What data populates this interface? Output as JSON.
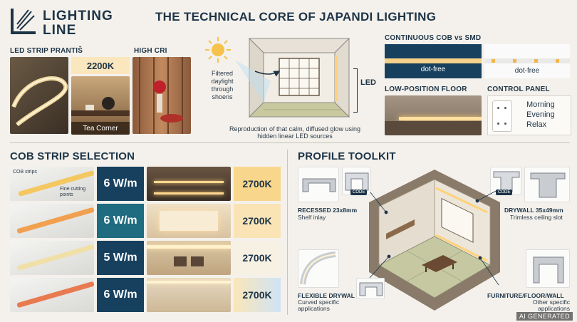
{
  "brand": {
    "name_line1": "LIGHTING",
    "name_line2": "LINE"
  },
  "header": {
    "title": "THE TECHNICAL CORE OF JAPANDI LIGHTING"
  },
  "top_left": {
    "strip_label": "LED STRIP PRANTIŠ",
    "cri_label": "HIGH CRI",
    "kelvin": "2200K",
    "caption": "Tea Corner"
  },
  "room_diagram": {
    "daylight_caption": "Filtered daylight through shoens",
    "led_label": "LED",
    "caption": "Reproduction of that calm, diffused glow using hidden linear LED sources"
  },
  "top_right": {
    "cob_vs_smd": "CONTINUOUS COB vs SMD",
    "dot_free_1": "dot-free",
    "dot_free_2": "dot-free",
    "low_position": "LOW-POSITION FLOOR",
    "control_panel": "CONTROL PANEL",
    "modes": [
      "Morning",
      "Evening",
      "Relax"
    ]
  },
  "cob_section": {
    "title": "COB STRIP SELECTION",
    "label_cob": "COB strips",
    "label_fine": "Fine cutting points",
    "rows": [
      {
        "watts": "6 W/m",
        "kelvin": "2700K"
      },
      {
        "watts": "6 W/m",
        "kelvin": "2700K"
      },
      {
        "watts": "5 W/m",
        "kelvin": "2700K"
      },
      {
        "watts": "6 W/m",
        "kelvin": "2700K"
      }
    ]
  },
  "profile_section": {
    "title": "PROFILE TOOLKIT",
    "code": "CODE",
    "recessed_title": "RECESSED 23x8mm",
    "recessed_sub": "Shelf inlay",
    "drywall_title": "DRYWALL 35x49mm",
    "drywall_sub": "Trimless ceiling slot",
    "flexible_title": "FLEXIBLE DRYWAL",
    "flexible_sub": "Curved specific applications",
    "furniture_title": "FURNITURE/FLOOR/WALL",
    "furniture_sub": "Other specific applications"
  },
  "badge": "AI GENERATED",
  "colors": {
    "navy": "#1d3447",
    "accent_blue": "#17405f",
    "teal": "#1f6b7f",
    "warm": "#f6d18a"
  }
}
